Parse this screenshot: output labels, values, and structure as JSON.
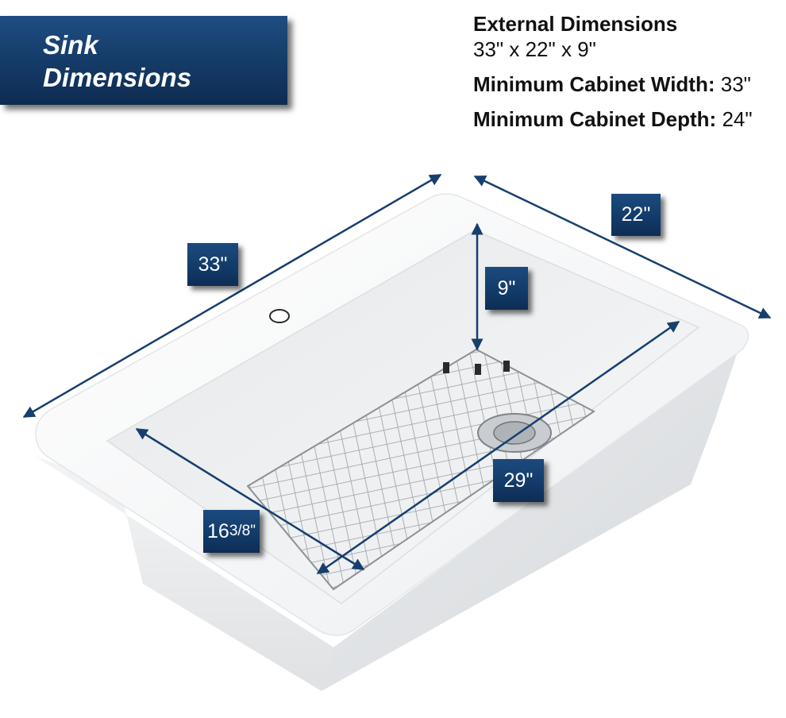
{
  "title": {
    "line1": "Sink",
    "line2": "Dimensions"
  },
  "specs": {
    "external_label": "External Dimensions",
    "external_value": "33\" x 22\" x 9\"",
    "cabinet_width_label": "Minimum Cabinet Width:",
    "cabinet_width_value": "33\"",
    "cabinet_depth_label": "Minimum Cabinet Depth:",
    "cabinet_depth_value": "24\""
  },
  "dimensions": {
    "length": "33\"",
    "width": "22\"",
    "depth": "9\"",
    "bowl_length": "29\"",
    "bowl_width_whole": "16",
    "bowl_width_fraction": "3/8\""
  },
  "colors": {
    "banner": "#143a66",
    "label_box": "#123a68",
    "arrow": "#173f6e",
    "sink": "#f4f5f6"
  }
}
